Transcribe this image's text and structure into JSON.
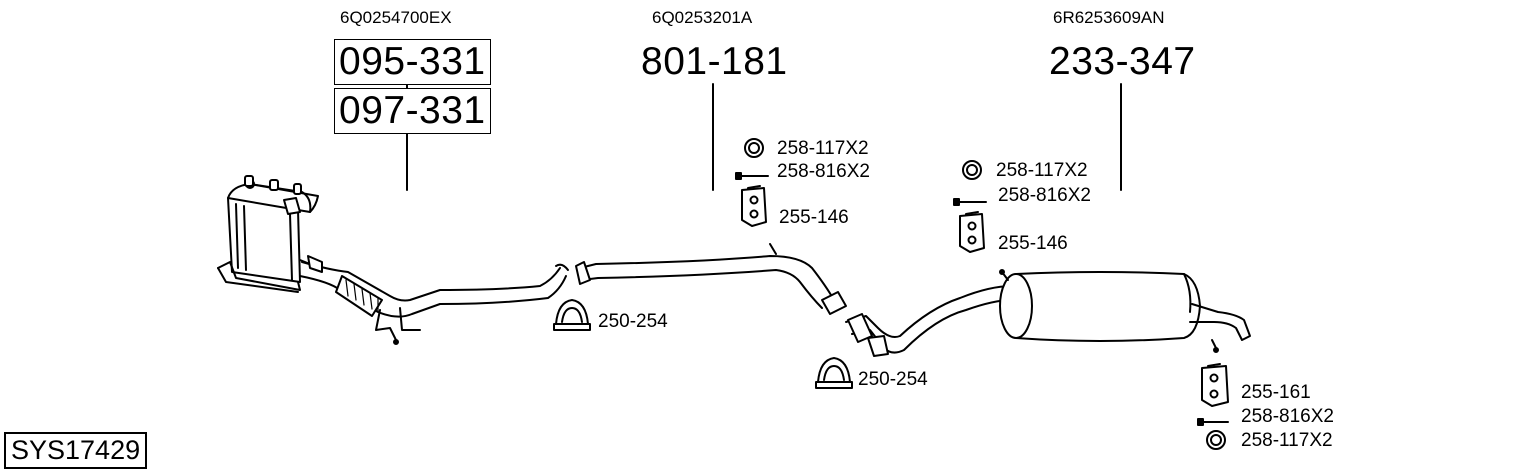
{
  "oem_numbers": [
    "6Q0254700EX",
    "6Q0253201A",
    "6R6253609AN"
  ],
  "main_parts": {
    "front_a": "095-331",
    "front_b": "097-331",
    "middle": "801-181",
    "rear": "233-347"
  },
  "accessories": {
    "clamp_1": "250-254",
    "clamp_2": "250-254",
    "mid_ring": "258-117X2",
    "mid_bolt": "258-816X2",
    "mid_hanger": "255-146",
    "rear_ring": "258-117X2",
    "rear_bolt": "258-816X2",
    "rear_hanger": "255-146",
    "tail_hanger": "255-161",
    "tail_bolt": "258-816X2",
    "tail_ring": "258-117X2"
  },
  "system_code": "SYS17429"
}
